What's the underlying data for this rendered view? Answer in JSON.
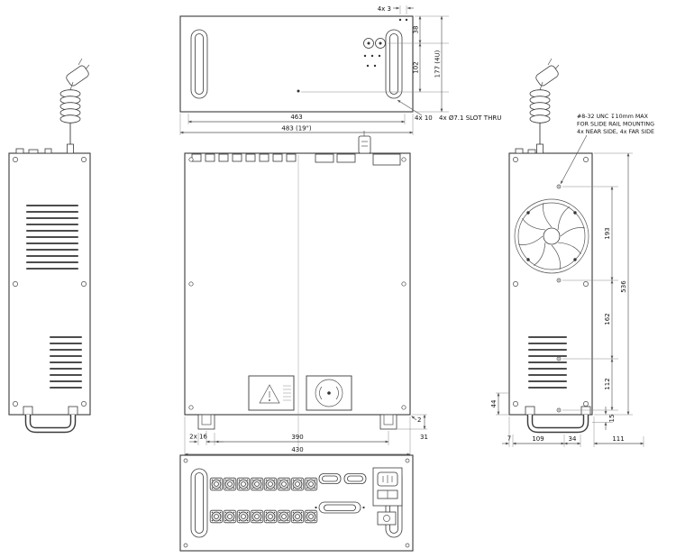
{
  "page": {
    "background": "#ffffff",
    "line_color": "#3a3a3a",
    "dim_color": "#555555"
  },
  "front_view": {
    "dim_hole_pattern": "4x 3",
    "dim_top_offset": "38",
    "dim_mid_offset": "102",
    "dim_height": "177 (4U)",
    "dim_mount_width": "463",
    "dim_overall_width": "483 (19\")",
    "dim_slot_offset": "4x 10",
    "note_slot": "4x Ø7.1 SLOT THRU"
  },
  "top_view": {
    "dim_handle_width": "2x 16",
    "dim_handle_span": "390",
    "dim_body_width": "430",
    "dim_rear_gap": "2",
    "dim_handle_depth": "31"
  },
  "side_view": {
    "dim_hole1": "193",
    "dim_hole2": "162",
    "dim_hole3": "112",
    "dim_depth": "536",
    "dim_bottom_front": "44",
    "dim_foot_height": "15",
    "dim_a": "7",
    "dim_b": "109",
    "dim_c": "34",
    "dim_d": "111",
    "note_line1": "#8-32 UNC ↧10mm MAX",
    "note_line2": "FOR SLIDE RAIL MOUNTING",
    "note_line3": "4x NEAR SIDE, 4x FAR SIDE"
  }
}
